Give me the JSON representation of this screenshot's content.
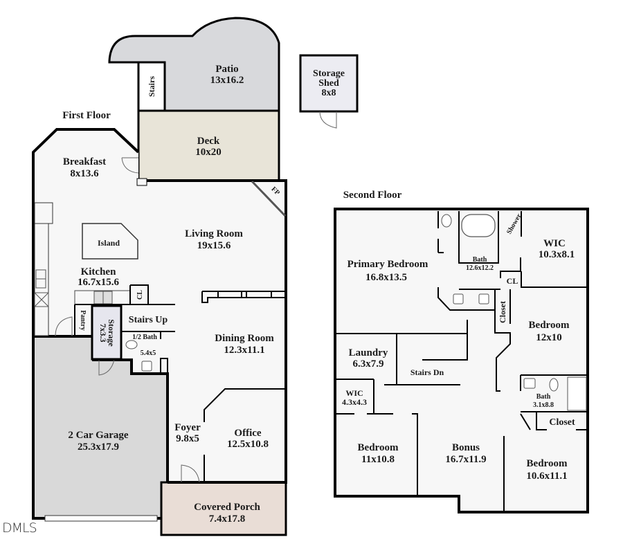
{
  "floors": {
    "first": {
      "title": "First Floor",
      "rooms": {
        "patio": {
          "name": "Patio",
          "dims": "13x16.2",
          "fill": "#d8d9dc"
        },
        "stairs_outside": {
          "name": "Stairs"
        },
        "storage_shed": {
          "name_line1": "Storage",
          "name_line2": "Shed",
          "dims": "8x8",
          "fill": "#ececf2"
        },
        "deck": {
          "name": "Deck",
          "dims": "10x20",
          "fill": "#e8e4d8"
        },
        "breakfast": {
          "name": "Breakfast",
          "dims": "8x13.6"
        },
        "island": {
          "name": "Island"
        },
        "living_room": {
          "name": "Living Room",
          "dims": "19x15.6"
        },
        "fireplace": {
          "name": "FP"
        },
        "kitchen": {
          "name": "Kitchen",
          "dims": "16.7x15.6"
        },
        "closet": {
          "name": "CL"
        },
        "pantry": {
          "name": "Pantry"
        },
        "storage": {
          "name": "Storage",
          "dims": "7x3.3",
          "fill": "#e6e6ee"
        },
        "stairs_up": {
          "name": "Stairs Up"
        },
        "half_bath": {
          "name": "1/2 Bath",
          "dims": "5.4x5"
        },
        "dining_room": {
          "name": "Dining Room",
          "dims": "12.3x11.1"
        },
        "foyer": {
          "name": "Foyer",
          "dims": "9.8x5"
        },
        "office": {
          "name": "Office",
          "dims": "12.5x10.8"
        },
        "garage": {
          "name": "2 Car Garage",
          "dims": "25.3x17.9",
          "fill": "#d9d9d9"
        },
        "covered_porch": {
          "name": "Covered Porch",
          "dims": "7.4x17.8",
          "fill": "#e9ddd6"
        }
      }
    },
    "second": {
      "title": "Second Floor",
      "rooms": {
        "primary_bedroom": {
          "name": "Primary Bedroom",
          "dims": "16.8x13.5"
        },
        "primary_bath": {
          "name": "Bath",
          "dims": "12.6x12.2"
        },
        "shower": {
          "name": "Shower"
        },
        "wic_primary": {
          "name": "WIC",
          "dims": "10.3x8.1"
        },
        "cl": {
          "name": "CL"
        },
        "closet_vertical": {
          "name": "Closet"
        },
        "bedroom_2": {
          "name": "Bedroom",
          "dims": "12x10"
        },
        "laundry": {
          "name": "Laundry",
          "dims": "6.3x7.9"
        },
        "stairs_dn": {
          "name": "Stairs Dn"
        },
        "wic_small": {
          "name": "WIC",
          "dims": "4.3x4.3"
        },
        "bath_2": {
          "name": "Bath",
          "dims": "3.1x8.8"
        },
        "closet_2": {
          "name": "Closet"
        },
        "bedroom_3": {
          "name": "Bedroom",
          "dims": "11x10.8"
        },
        "bonus": {
          "name": "Bonus",
          "dims": "16.7x11.9"
        },
        "bedroom_4": {
          "name": "Bedroom",
          "dims": "10.6x11.1"
        }
      }
    }
  },
  "colors": {
    "interior_floor": "#f7f7f7",
    "wall": "#000000"
  },
  "watermark": "DMLS"
}
